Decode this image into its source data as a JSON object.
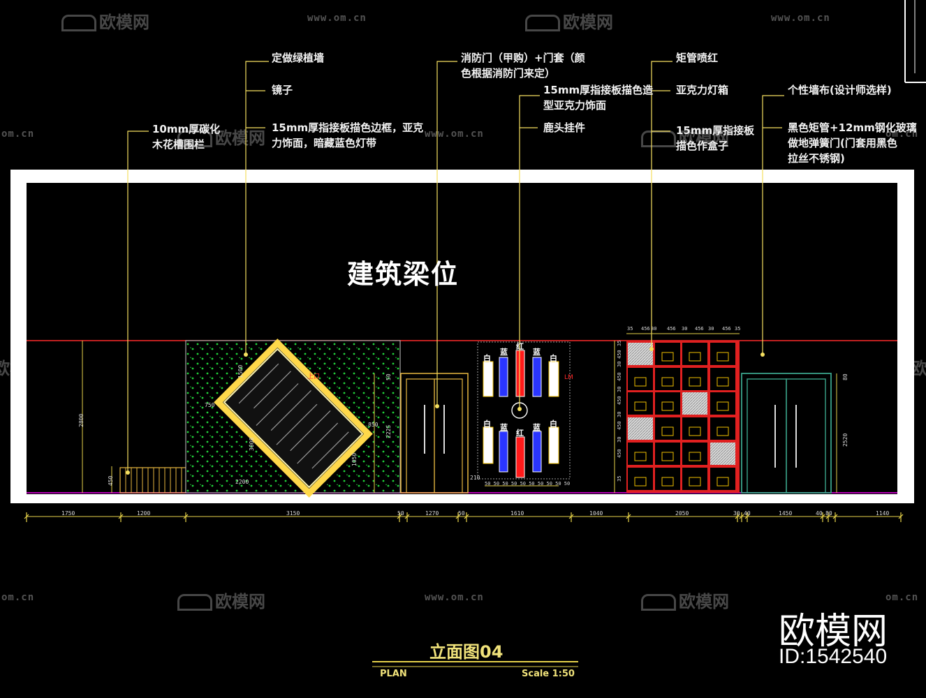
{
  "drawing": {
    "beam_label": "建筑梁位",
    "title": "立面图04",
    "plan_label": "PLAN",
    "scale_label": "Scale 1:50",
    "brand": "欧模网",
    "brand_id": "ID:1542540"
  },
  "watermark": {
    "logo_text": "欧模网",
    "url_text": "www.om.cn",
    "url_short": "om.cn"
  },
  "annotations": [
    {
      "id": "rail",
      "lines": [
        "10mm厚碳化",
        "木花槽围栏"
      ]
    },
    {
      "id": "green-wall",
      "lines": [
        "定做绿植墙"
      ]
    },
    {
      "id": "mirror",
      "lines": [
        "镜子"
      ]
    },
    {
      "id": "acrylic-border",
      "lines": [
        "15mm厚指接板描色边框，亚克",
        "力饰面，暗藏蓝色灯带"
      ]
    },
    {
      "id": "fire-door",
      "lines": [
        "消防门（甲购）+门套（颜",
        "色根据消防门来定）"
      ]
    },
    {
      "id": "acrylic-panel",
      "lines": [
        "15mm厚指接板描色造",
        "型亚克力饰面"
      ]
    },
    {
      "id": "deer-head",
      "lines": [
        "鹿头挂件"
      ]
    },
    {
      "id": "tube-red",
      "lines": [
        "矩管喷红"
      ]
    },
    {
      "id": "light-box",
      "lines": [
        "亚克力灯箱"
      ]
    },
    {
      "id": "box",
      "lines": [
        "15mm厚指接板",
        "描色作盒子"
      ]
    },
    {
      "id": "wall-cloth",
      "lines": [
        "个性墙布(设计师选样)"
      ]
    },
    {
      "id": "glass-door",
      "lines": [
        "黑色矩管+12mm钢化玻璃",
        "做地弹簧门(门套用黑色",
        "拉丝不锈钢)"
      ]
    }
  ],
  "color_labels": {
    "top": [
      "白",
      "蓝",
      "红",
      "蓝",
      "白"
    ],
    "bottom": [
      "白",
      "蓝",
      "红",
      "蓝",
      "白"
    ],
    "side_mark": "LM",
    "mirror_mark": "上口"
  },
  "dimensions": {
    "bottom_row": [
      "1750",
      "1200",
      "3150",
      "50",
      "1270",
      "50",
      "1610",
      "1040",
      "2050",
      "30",
      "40",
      "1450",
      "40",
      "80",
      "1140"
    ],
    "mirror_dims": [
      "1500",
      "750",
      "2200",
      "3000",
      "850",
      "1050"
    ],
    "heights": [
      "2800",
      "450",
      "2225",
      "2520"
    ],
    "cabinet_top": [
      "35",
      "456",
      "30",
      "456",
      "30",
      "456",
      "30",
      "456",
      "35"
    ],
    "cabinet_side": [
      "35",
      "450",
      "30",
      "450",
      "30",
      "450",
      "30",
      "450",
      "30",
      "450",
      "35"
    ],
    "mini_row": "50 50 50 50 50 50 50 50 50 50",
    "door_side": "50",
    "door_right": "80",
    "small": "210"
  },
  "colors": {
    "frame": "#ffffff",
    "leader": "#f5e060",
    "dimension_line": "#e6d24a",
    "beam_line": "#ff2a2a",
    "floor_line": "#b400b4",
    "green_dots": "#21d23a",
    "cabinet": "#e02020",
    "door_frame_right": "#3aa38a",
    "mirror_glow": "#ffd84a",
    "blue_bar": "#2a35ff",
    "red_bar": "#ff1a1a"
  }
}
